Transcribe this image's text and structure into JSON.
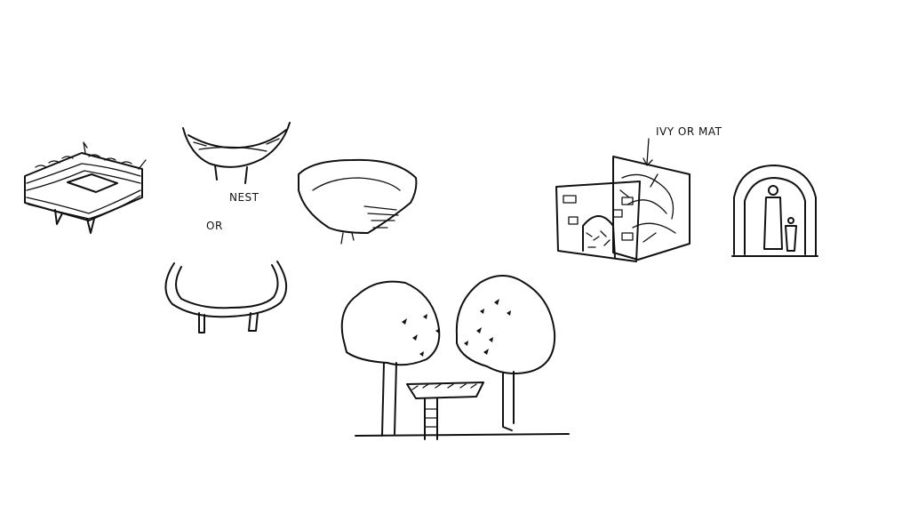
{
  "labels": {
    "nest": "NEST",
    "or": "OR",
    "ivy_or_mat": "IVY OR MAT"
  },
  "colors": {
    "background": "#ffffff",
    "ink": "#111111"
  }
}
